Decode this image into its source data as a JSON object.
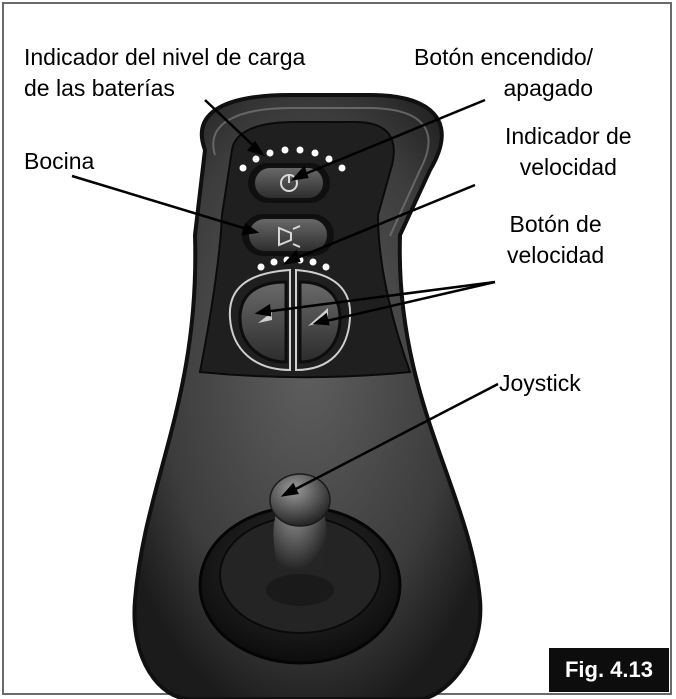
{
  "labels": {
    "battery_indicator": "Indicador del nivel de carga\nde las baterías",
    "power_button": "Botón encendido/\napagado",
    "speed_indicator": "Indicador de\nvelocidad",
    "horn": "Bocina",
    "speed_buttons": "Botón de\nvelocidad",
    "joystick": "Joystick"
  },
  "figure_label": "Fig. 4.13",
  "icons": {
    "power": "power-icon",
    "horn": "horn-icon",
    "speed_down": "speed-decrease-icon",
    "speed_up": "speed-increase-icon"
  },
  "colors": {
    "housing": "#3a3a3a",
    "faceplate": "#1e1e1e",
    "button": "#4a4a4a",
    "led": "#ffffff",
    "knob": "#5a5a5a"
  }
}
